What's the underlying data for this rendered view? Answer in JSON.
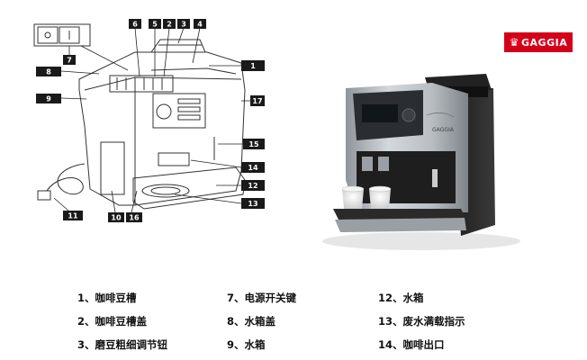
{
  "brand": {
    "logo_text": "GAGGIA",
    "photo_badge": "GAGGIA"
  },
  "callouts": [
    "1",
    "2",
    "3",
    "4",
    "5",
    "6",
    "7",
    "8",
    "9",
    "10",
    "11",
    "12",
    "13",
    "14",
    "15",
    "16",
    "17"
  ],
  "legend": [
    "1、咖啡豆槽",
    "2、咖啡豆槽盖",
    "3、磨豆粗细调节钮",
    "7、电源开关键",
    "8、水箱盖",
    "9、水箱",
    "12、水箱",
    "13、废水满载指示",
    "14、咖啡出口"
  ],
  "colors": {
    "logo_red": "#d4001a",
    "callout_fill": "#1a1a1a",
    "machine_silver": "#b9bec3",
    "machine_dark": "#2b2b2b"
  }
}
